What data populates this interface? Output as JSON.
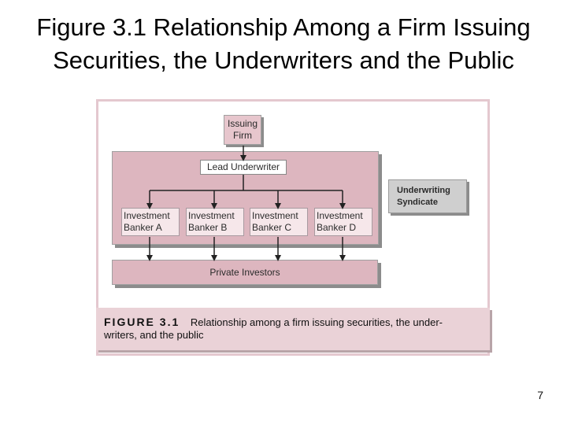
{
  "slide": {
    "title_line1": "Figure 3.1 Relationship Among a Firm Issuing",
    "title_line2": "Securities, the Underwriters and the Public",
    "page_number": "7"
  },
  "diagram": {
    "issuing_firm": {
      "line1": "Issuing",
      "line2": "Firm"
    },
    "lead_underwriter": "Lead Underwriter",
    "bankers": [
      {
        "line1": "Investment",
        "line2": "Banker A"
      },
      {
        "line1": "Investment",
        "line2": "Banker B"
      },
      {
        "line1": "Investment",
        "line2": "Banker C"
      },
      {
        "line1": "Investment",
        "line2": "Banker D"
      }
    ],
    "underwriting_syndicate": {
      "line1": "Underwriting",
      "line2": "Syndicate"
    },
    "private_investors": "Private Investors"
  },
  "caption": {
    "label": "FIGURE 3.1",
    "text_line1": "Relationship among a firm issuing securities, the under-",
    "text_line2": "writers, and the public"
  }
}
